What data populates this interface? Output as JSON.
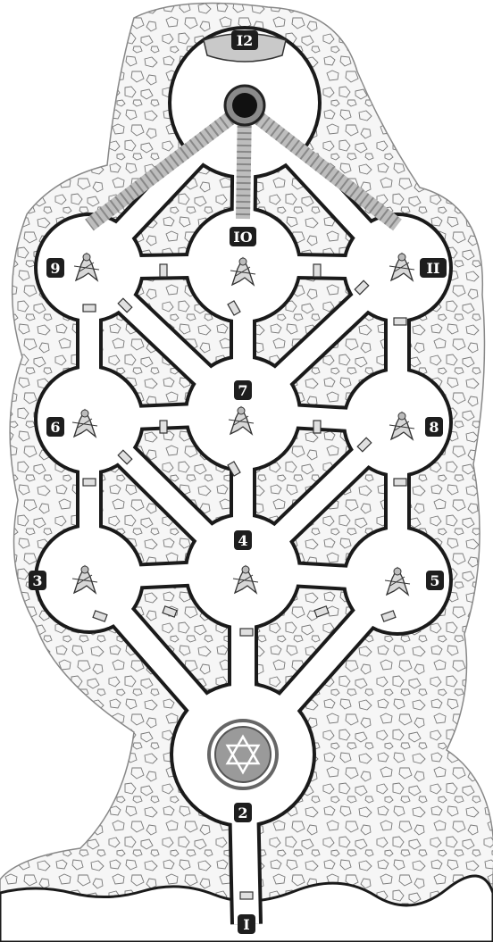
{
  "map": {
    "rooms": [
      {
        "id": "1",
        "label": "I",
        "kind": "entrance"
      },
      {
        "id": "2",
        "label": "2",
        "kind": "chamber",
        "feature": "hexagram-sigil"
      },
      {
        "id": "3",
        "label": "3",
        "kind": "chamber",
        "occupant": "creature"
      },
      {
        "id": "4",
        "label": "4",
        "kind": "chamber",
        "occupant": "creature"
      },
      {
        "id": "5",
        "label": "5",
        "kind": "chamber",
        "occupant": "creature"
      },
      {
        "id": "6",
        "label": "6",
        "kind": "chamber",
        "occupant": "creature"
      },
      {
        "id": "7",
        "label": "7",
        "kind": "chamber",
        "occupant": "creature"
      },
      {
        "id": "8",
        "label": "8",
        "kind": "chamber",
        "occupant": "creature"
      },
      {
        "id": "9",
        "label": "9",
        "kind": "chamber",
        "occupant": "creature"
      },
      {
        "id": "10",
        "label": "IO",
        "kind": "chamber",
        "occupant": "creature"
      },
      {
        "id": "11",
        "label": "II",
        "kind": "chamber",
        "occupant": "creature"
      },
      {
        "id": "12",
        "label": "I2",
        "kind": "crown-chamber",
        "feature": "dark-orb"
      }
    ],
    "colors": {
      "floor": "#ffffff",
      "wall": "#1a1a1a",
      "rock_fill": "#f4f4f4",
      "rock_stroke": "#666666",
      "label_bg": "#1e1e1e",
      "label_text": "#ffffff",
      "sigil": "#9a9a9a"
    }
  }
}
